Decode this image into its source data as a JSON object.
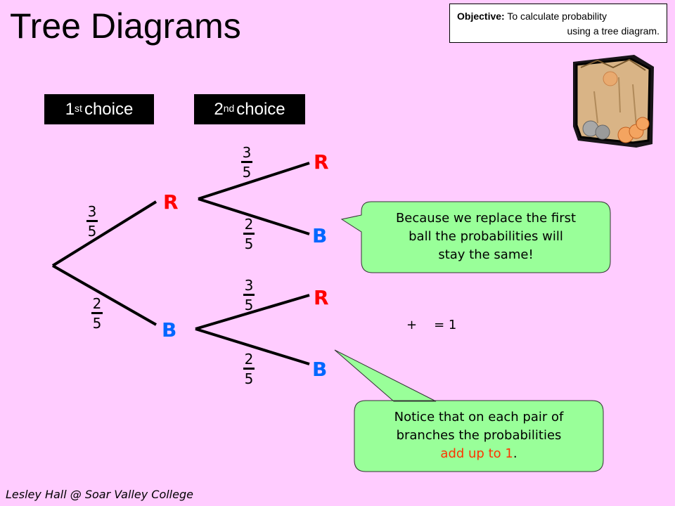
{
  "title": "Tree Diagrams",
  "objective": {
    "label": "Objective:",
    "line1": "To calculate probability",
    "line2": "using a tree diagram."
  },
  "headers": {
    "first": {
      "ord": "1",
      "sup": "st",
      "text": "choice"
    },
    "second": {
      "ord": "2",
      "sup": "nd",
      "text": "choice"
    }
  },
  "tree": {
    "first_R": "R",
    "first_B": "B",
    "second_RR": "R",
    "second_RB": "B",
    "second_BR": "R",
    "second_BB": "B",
    "p_first_R": {
      "num": "3",
      "den": "5"
    },
    "p_first_B": {
      "num": "2",
      "den": "5"
    },
    "p_RR": {
      "num": "3",
      "den": "5"
    },
    "p_RB": {
      "num": "2",
      "den": "5"
    },
    "p_BR": {
      "num": "3",
      "den": "5"
    },
    "p_BB": {
      "num": "2",
      "den": "5"
    }
  },
  "callout_top": {
    "line1": "Because we replace the first",
    "line2": "ball the probabilities will",
    "line3": "stay the same!"
  },
  "callout_bottom": {
    "line1": "Notice that on each pair of",
    "line2": "branches the probabilities",
    "highlight": "add up to 1",
    "end": "."
  },
  "sum": {
    "plus": "+",
    "equals": "= 1"
  },
  "footer": "Lesley Hall @ Soar Valley College",
  "colors": {
    "background": "#ffccff",
    "red": "#ff0000",
    "blue": "#0066ff",
    "callout": "#99ff99"
  },
  "image": {
    "icon": "paper-bag-with-balls-icon"
  }
}
